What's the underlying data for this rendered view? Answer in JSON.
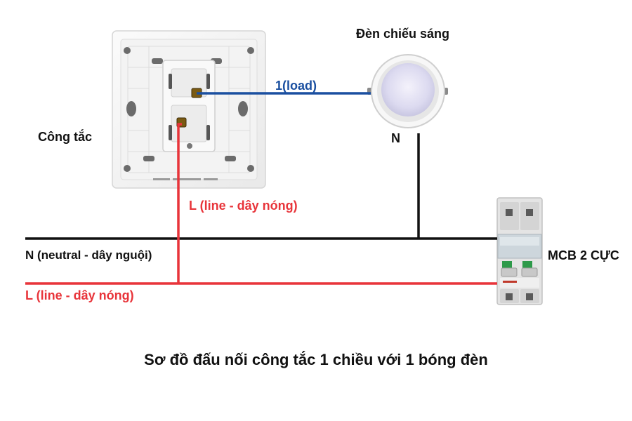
{
  "labels": {
    "lamp_title": "Đèn chiếu sáng",
    "switch_title": "Công tắc",
    "load_wire": "1(load)",
    "lamp_neutral": "N",
    "line_to_switch": "L (line - dây nóng)",
    "neutral_main": "N (neutral - dây nguội)",
    "line_main": "L (line - dây nóng)",
    "mcb_title": "MCB 2 CỰC",
    "caption": "Sơ đồ đấu nối công tắc 1 chiều với 1 bóng đèn"
  },
  "colors": {
    "line_wire": "#e8343a",
    "neutral_wire": "#111111",
    "load_wire": "#1a4fa0"
  }
}
